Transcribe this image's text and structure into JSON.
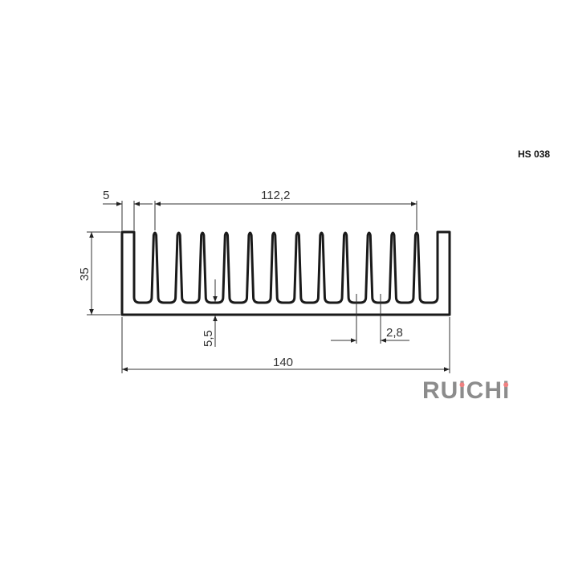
{
  "product_code": "HS 038",
  "dimensions": {
    "wall_thickness": "5",
    "fin_span": "112,2",
    "height": "35",
    "base_thickness": "5,5",
    "fin_pitch": "2,8",
    "total_width": "140"
  },
  "profile": {
    "fin_count": 12
  },
  "logo": {
    "text": "RUiCHi",
    "color": "#8c8c8c",
    "dot_color": "#f08080"
  }
}
